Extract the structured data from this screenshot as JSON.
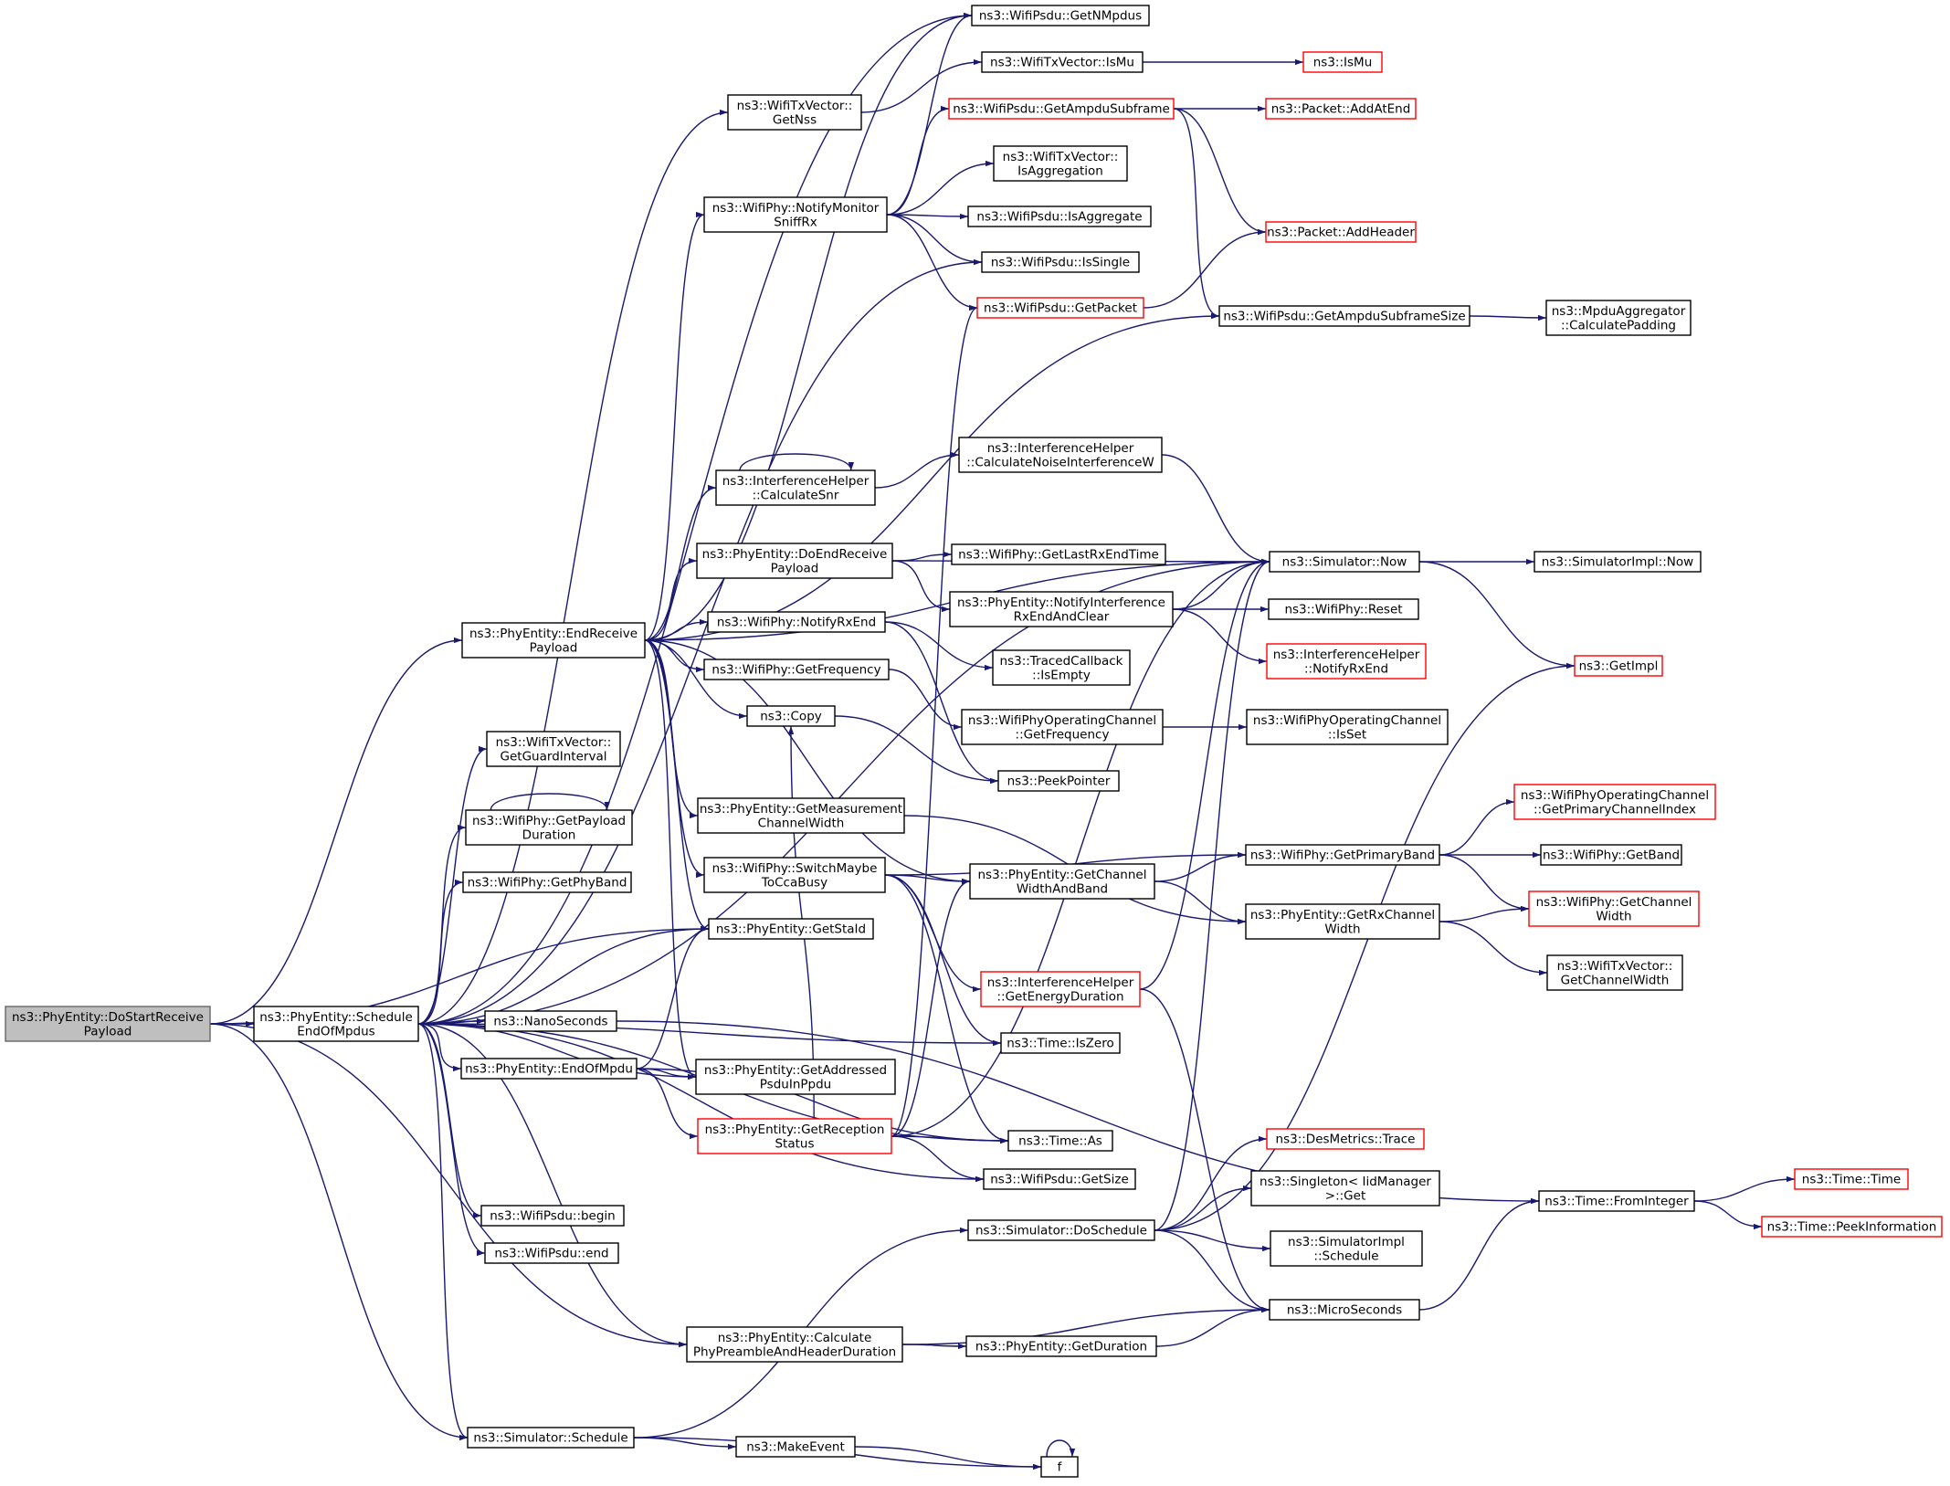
{
  "root": "ns3::PhyEntity::DoStartReceive Payload",
  "colors": {
    "edge": "#191970",
    "red_border": "#ff0000",
    "root_fill": "#bfbfbf"
  },
  "nodes": [
    {
      "id": "dostart",
      "label": [
        "ns3::PhyEntity::DoStartReceive",
        "Payload"
      ],
      "style": "root"
    },
    {
      "id": "sched_eom",
      "label": [
        "ns3::PhyEntity::Schedule",
        "EndOfMpdus"
      ]
    },
    {
      "id": "end_recv",
      "label": [
        "ns3::PhyEntity::EndReceive",
        "Payload"
      ]
    },
    {
      "id": "sim_schedule",
      "label": [
        "ns3::Simulator::Schedule"
      ]
    },
    {
      "id": "calc_preamble",
      "label": [
        "ns3::PhyEntity::Calculate",
        "PhyPreambleAndHeaderDuration"
      ]
    },
    {
      "id": "get_nmpdus",
      "label": [
        "ns3::WifiPsdu::GetNMpdus"
      ]
    },
    {
      "id": "txv_ismu",
      "label": [
        "ns3::WifiTxVector::IsMu"
      ]
    },
    {
      "id": "ismu",
      "label": [
        "ns3::IsMu"
      ],
      "red": true
    },
    {
      "id": "txv_getnss",
      "label": [
        "ns3::WifiTxVector::",
        "GetNss"
      ]
    },
    {
      "id": "get_ampdu_sub",
      "label": [
        "ns3::WifiPsdu::GetAmpduSubframe"
      ],
      "red": true
    },
    {
      "id": "pkt_addatend",
      "label": [
        "ns3::Packet::AddAtEnd"
      ],
      "red": true
    },
    {
      "id": "txv_isagg",
      "label": [
        "ns3::WifiTxVector::",
        "IsAggregation"
      ]
    },
    {
      "id": "notify_monitor",
      "label": [
        "ns3::WifiPhy::NotifyMonitor",
        "SniffRx"
      ]
    },
    {
      "id": "psdu_isagg",
      "label": [
        "ns3::WifiPsdu::IsAggregate"
      ]
    },
    {
      "id": "pkt_addheader",
      "label": [
        "ns3::Packet::AddHeader"
      ],
      "red": true
    },
    {
      "id": "psdu_issingle",
      "label": [
        "ns3::WifiPsdu::IsSingle"
      ]
    },
    {
      "id": "psdu_getpacket",
      "label": [
        "ns3::WifiPsdu::GetPacket"
      ],
      "red": true
    },
    {
      "id": "ampdu_size",
      "label": [
        "ns3::WifiPsdu::GetAmpduSubframeSize"
      ]
    },
    {
      "id": "mpdu_agg_pad",
      "label": [
        "ns3::MpduAggregator",
        "::CalculatePadding"
      ]
    },
    {
      "id": "ih_calc_snr",
      "label": [
        "ns3::InterferenceHelper",
        "::CalculateSnr"
      ]
    },
    {
      "id": "ih_calc_noise",
      "label": [
        "ns3::InterferenceHelper",
        "::CalculateNoiseInterferenceW"
      ]
    },
    {
      "id": "doend_recv",
      "label": [
        "ns3::PhyEntity::DoEndReceive",
        "Payload"
      ]
    },
    {
      "id": "get_last_rx",
      "label": [
        "ns3::WifiPhy::GetLastRxEndTime"
      ]
    },
    {
      "id": "sim_now",
      "label": [
        "ns3::Simulator::Now"
      ]
    },
    {
      "id": "simimpl_now",
      "label": [
        "ns3::SimulatorImpl::Now"
      ]
    },
    {
      "id": "notify_interf",
      "label": [
        "ns3::PhyEntity::NotifyInterference",
        "RxEndAndClear"
      ]
    },
    {
      "id": "phy_reset",
      "label": [
        "ns3::WifiPhy::Reset"
      ]
    },
    {
      "id": "notify_rxend",
      "label": [
        "ns3::WifiPhy::NotifyRxEnd"
      ]
    },
    {
      "id": "ih_notify_rxend",
      "label": [
        "ns3::InterferenceHelper",
        "::NotifyRxEnd"
      ],
      "red": true
    },
    {
      "id": "get_impl",
      "label": [
        "ns3::GetImpl"
      ],
      "red": true
    },
    {
      "id": "traced_isempty",
      "label": [
        "ns3::TracedCallback",
        "::IsEmpty"
      ]
    },
    {
      "id": "get_frequency",
      "label": [
        "ns3::WifiPhy::GetFrequency"
      ]
    },
    {
      "id": "copy",
      "label": [
        "ns3::Copy"
      ]
    },
    {
      "id": "opch_getfreq",
      "label": [
        "ns3::WifiPhyOperatingChannel",
        "::GetFrequency"
      ]
    },
    {
      "id": "opch_isset",
      "label": [
        "ns3::WifiPhyOperatingChannel",
        "::IsSet"
      ]
    },
    {
      "id": "peek_pointer",
      "label": [
        "ns3::PeekPointer"
      ]
    },
    {
      "id": "txv_getgi",
      "label": [
        "ns3::WifiTxVector::",
        "GetGuardInterval"
      ]
    },
    {
      "id": "get_payload_dur",
      "label": [
        "ns3::WifiPhy::GetPayload",
        "Duration"
      ]
    },
    {
      "id": "get_meas_cw",
      "label": [
        "ns3::PhyEntity::GetMeasurement",
        "ChannelWidth"
      ]
    },
    {
      "id": "opch_primidx",
      "label": [
        "ns3::WifiPhyOperatingChannel",
        "::GetPrimaryChannelIndex"
      ],
      "red": true
    },
    {
      "id": "get_primary_band",
      "label": [
        "ns3::WifiPhy::GetPrimaryBand"
      ]
    },
    {
      "id": "get_band",
      "label": [
        "ns3::WifiPhy::GetBand"
      ]
    },
    {
      "id": "get_phyband",
      "label": [
        "ns3::WifiPhy::GetPhyBand"
      ]
    },
    {
      "id": "switch_cca",
      "label": [
        "ns3::WifiPhy::SwitchMaybe",
        "ToCcaBusy"
      ]
    },
    {
      "id": "get_chwb",
      "label": [
        "ns3::PhyEntity::GetChannel",
        "WidthAndBand"
      ]
    },
    {
      "id": "get_staid",
      "label": [
        "ns3::PhyEntity::GetStaId"
      ]
    },
    {
      "id": "get_rx_cw",
      "label": [
        "ns3::PhyEntity::GetRxChannel",
        "Width"
      ]
    },
    {
      "id": "phy_get_cw",
      "label": [
        "ns3::WifiPhy::GetChannel",
        "Width"
      ],
      "red": true
    },
    {
      "id": "txv_getcw",
      "label": [
        "ns3::WifiTxVector::",
        "GetChannelWidth"
      ]
    },
    {
      "id": "ih_energy_dur",
      "label": [
        "ns3::InterferenceHelper",
        "::GetEnergyDuration"
      ],
      "red": true
    },
    {
      "id": "nanoseconds",
      "label": [
        "ns3::NanoSeconds"
      ]
    },
    {
      "id": "time_iszero",
      "label": [
        "ns3::Time::IsZero"
      ]
    },
    {
      "id": "end_of_mpdu",
      "label": [
        "ns3::PhyEntity::EndOfMpdu"
      ]
    },
    {
      "id": "get_addr_psdu",
      "label": [
        "ns3::PhyEntity::GetAddressed",
        "PsduInPpdu"
      ]
    },
    {
      "id": "get_recv_status",
      "label": [
        "ns3::PhyEntity::GetReception",
        "Status"
      ],
      "red": true
    },
    {
      "id": "time_as",
      "label": [
        "ns3::Time::As"
      ]
    },
    {
      "id": "psdu_getsize",
      "label": [
        "ns3::WifiPsdu::GetSize"
      ]
    },
    {
      "id": "desmetrics_trace",
      "label": [
        "ns3::DesMetrics::Trace"
      ],
      "red": true
    },
    {
      "id": "time_time",
      "label": [
        "ns3::Time::Time"
      ],
      "red": true
    },
    {
      "id": "time_frominteger",
      "label": [
        "ns3::Time::FromInteger"
      ]
    },
    {
      "id": "time_peekinfo",
      "label": [
        "ns3::Time::PeekInformation"
      ],
      "red": true
    },
    {
      "id": "psdu_begin",
      "label": [
        "ns3::WifiPsdu::begin"
      ]
    },
    {
      "id": "singleton_get",
      "label": [
        "ns3::Singleton< IidManager",
        ">::Get"
      ]
    },
    {
      "id": "sim_doschedule",
      "label": [
        "ns3::Simulator::DoSchedule"
      ]
    },
    {
      "id": "psdu_end",
      "label": [
        "ns3::WifiPsdu::end"
      ]
    },
    {
      "id": "simimpl_schedule",
      "label": [
        "ns3::SimulatorImpl",
        "::Schedule"
      ]
    },
    {
      "id": "microseconds",
      "label": [
        "ns3::MicroSeconds"
      ]
    },
    {
      "id": "get_duration",
      "label": [
        "ns3::PhyEntity::GetDuration"
      ]
    },
    {
      "id": "make_event",
      "label": [
        "ns3::MakeEvent"
      ]
    },
    {
      "id": "f",
      "label": [
        "f"
      ]
    }
  ],
  "edges": [
    [
      "dostart",
      "sched_eom"
    ],
    [
      "dostart",
      "end_recv"
    ],
    [
      "dostart",
      "get_staid"
    ],
    [
      "dostart",
      "calc_preamble"
    ],
    [
      "dostart",
      "sim_schedule"
    ],
    [
      "sched_eom",
      "get_nmpdus"
    ],
    [
      "sched_eom",
      "txv_getnss"
    ],
    [
      "sched_eom",
      "psdu_issingle"
    ],
    [
      "sched_eom",
      "sim_now"
    ],
    [
      "sched_eom",
      "txv_getgi"
    ],
    [
      "sched_eom",
      "get_payload_dur"
    ],
    [
      "sched_eom",
      "get_phyband"
    ],
    [
      "sched_eom",
      "get_staid"
    ],
    [
      "sched_eom",
      "time_iszero"
    ],
    [
      "sched_eom",
      "nanoseconds"
    ],
    [
      "sched_eom",
      "end_of_mpdu"
    ],
    [
      "sched_eom",
      "get_addr_psdu"
    ],
    [
      "sched_eom",
      "time_as"
    ],
    [
      "sched_eom",
      "psdu_getsize"
    ],
    [
      "sched_eom",
      "psdu_begin"
    ],
    [
      "sched_eom",
      "psdu_end"
    ],
    [
      "sched_eom",
      "calc_preamble"
    ],
    [
      "sched_eom",
      "sim_schedule"
    ],
    [
      "end_recv",
      "notify_monitor"
    ],
    [
      "end_recv",
      "ih_calc_snr"
    ],
    [
      "end_recv",
      "doend_recv"
    ],
    [
      "end_recv",
      "notify_rxend"
    ],
    [
      "end_recv",
      "get_frequency"
    ],
    [
      "end_recv",
      "copy"
    ],
    [
      "end_recv",
      "get_meas_cw"
    ],
    [
      "end_recv",
      "switch_cca"
    ],
    [
      "end_recv",
      "get_chwb"
    ],
    [
      "end_recv",
      "get_staid"
    ],
    [
      "end_recv",
      "get_addr_psdu"
    ],
    [
      "end_recv",
      "sim_now"
    ],
    [
      "end_recv",
      "ampdu_size"
    ],
    [
      "end_recv",
      "get_nmpdus"
    ],
    [
      "txv_ismu",
      "ismu"
    ],
    [
      "txv_getnss",
      "txv_ismu"
    ],
    [
      "get_ampdu_sub",
      "pkt_addatend"
    ],
    [
      "get_ampdu_sub",
      "pkt_addheader"
    ],
    [
      "get_ampdu_sub",
      "ampdu_size"
    ],
    [
      "notify_monitor",
      "get_nmpdus"
    ],
    [
      "notify_monitor",
      "get_ampdu_sub"
    ],
    [
      "notify_monitor",
      "txv_isagg"
    ],
    [
      "notify_monitor",
      "psdu_isagg"
    ],
    [
      "notify_monitor",
      "psdu_issingle"
    ],
    [
      "notify_monitor",
      "psdu_getpacket"
    ],
    [
      "psdu_getpacket",
      "pkt_addheader"
    ],
    [
      "ampdu_size",
      "mpdu_agg_pad"
    ],
    [
      "ih_calc_snr",
      "ih_calc_snr"
    ],
    [
      "ih_calc_snr",
      "ih_calc_noise"
    ],
    [
      "ih_calc_noise",
      "sim_now"
    ],
    [
      "doend_recv",
      "get_last_rx"
    ],
    [
      "doend_recv",
      "notify_interf"
    ],
    [
      "doend_recv",
      "sim_now"
    ],
    [
      "notify_interf",
      "sim_now"
    ],
    [
      "notify_interf",
      "phy_reset"
    ],
    [
      "notify_interf",
      "ih_notify_rxend"
    ],
    [
      "sim_now",
      "simimpl_now"
    ],
    [
      "sim_now",
      "get_impl"
    ],
    [
      "notify_rxend",
      "traced_isempty"
    ],
    [
      "notify_rxend",
      "peek_pointer"
    ],
    [
      "get_frequency",
      "opch_getfreq"
    ],
    [
      "opch_getfreq",
      "opch_isset"
    ],
    [
      "copy",
      "peek_pointer"
    ],
    [
      "get_payload_dur",
      "get_payload_dur"
    ],
    [
      "get_meas_cw",
      "get_rx_cw"
    ],
    [
      "get_primary_band",
      "opch_primidx"
    ],
    [
      "get_primary_band",
      "get_band"
    ],
    [
      "get_primary_band",
      "phy_get_cw"
    ],
    [
      "switch_cca",
      "get_chwb"
    ],
    [
      "switch_cca",
      "ih_energy_dur"
    ],
    [
      "switch_cca",
      "time_iszero"
    ],
    [
      "switch_cca",
      "time_as"
    ],
    [
      "switch_cca",
      "get_primary_band"
    ],
    [
      "get_chwb",
      "get_primary_band"
    ],
    [
      "get_chwb",
      "get_rx_cw"
    ],
    [
      "get_rx_cw",
      "phy_get_cw"
    ],
    [
      "get_rx_cw",
      "txv_getcw"
    ],
    [
      "ih_energy_dur",
      "sim_now"
    ],
    [
      "ih_energy_dur",
      "microseconds"
    ],
    [
      "nanoseconds",
      "time_frominteger"
    ],
    [
      "end_of_mpdu",
      "get_staid"
    ],
    [
      "end_of_mpdu",
      "get_addr_psdu"
    ],
    [
      "end_of_mpdu",
      "get_recv_status"
    ],
    [
      "end_of_mpdu",
      "time_as"
    ],
    [
      "get_recv_status",
      "psdu_getpacket"
    ],
    [
      "get_recv_status",
      "get_chwb"
    ],
    [
      "get_recv_status",
      "time_as"
    ],
    [
      "get_recv_status",
      "psdu_getsize"
    ],
    [
      "get_recv_status",
      "sim_now"
    ],
    [
      "get_recv_status",
      "copy"
    ],
    [
      "time_frominteger",
      "time_time"
    ],
    [
      "time_frominteger",
      "time_peekinfo"
    ],
    [
      "sim_doschedule",
      "desmetrics_trace"
    ],
    [
      "sim_doschedule",
      "singleton_get"
    ],
    [
      "sim_doschedule",
      "simimpl_schedule"
    ],
    [
      "sim_doschedule",
      "get_impl"
    ],
    [
      "sim_doschedule",
      "microseconds"
    ],
    [
      "sim_doschedule",
      "sim_now"
    ],
    [
      "microseconds",
      "time_frominteger"
    ],
    [
      "calc_preamble",
      "get_duration"
    ],
    [
      "calc_preamble",
      "microseconds"
    ],
    [
      "get_duration",
      "microseconds"
    ],
    [
      "sim_schedule",
      "sim_doschedule"
    ],
    [
      "sim_schedule",
      "make_event"
    ],
    [
      "sim_schedule",
      "f"
    ],
    [
      "make_event",
      "f"
    ],
    [
      "f",
      "f"
    ]
  ]
}
